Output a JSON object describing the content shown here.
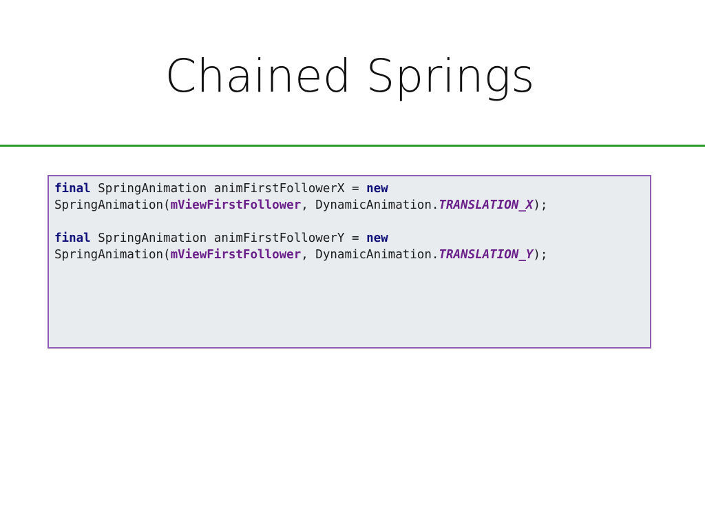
{
  "slide": {
    "title": "Chained Springs",
    "divider_color": "#2a9a2a",
    "code_border_color": "#8e5bb5",
    "code_background": "#e9ecef"
  },
  "code": {
    "line1": {
      "kw": "final",
      "rest": " SpringAnimation animFirstFollowerX = ",
      "kw2": "new"
    },
    "line2": {
      "pre": "SpringAnimation(",
      "field": "mViewFirstFollower",
      "mid": ", DynamicAnimation.",
      "const": "TRANSLATION_X",
      "post": ");"
    },
    "line3": {
      "kw": "final",
      "rest": " SpringAnimation animFirstFollowerY = ",
      "kw2": "new"
    },
    "line4": {
      "pre": "SpringAnimation(",
      "field": "mViewFirstFollower",
      "mid": ", DynamicAnimation.",
      "const": "TRANSLATION_Y",
      "post": ");"
    }
  }
}
